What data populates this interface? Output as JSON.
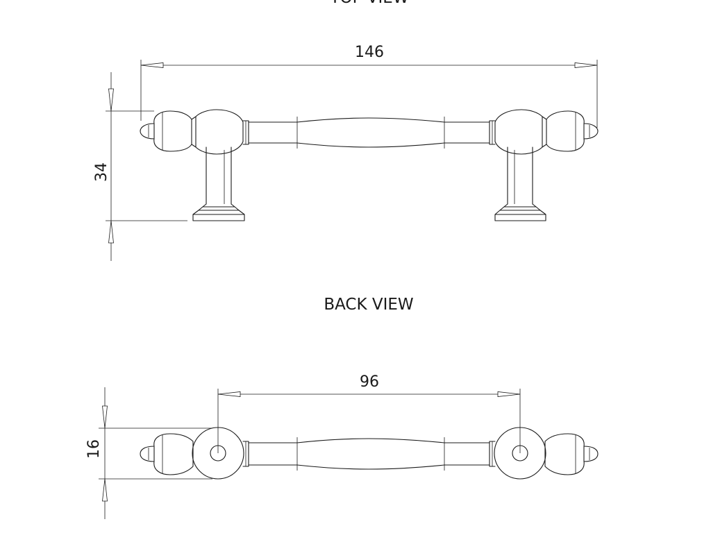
{
  "views": {
    "top": {
      "title": "TOP VIEW",
      "overall_length": "146",
      "height": "34"
    },
    "back": {
      "title": "BACK VIEW",
      "hole_spacing": "96",
      "depth": "16"
    }
  }
}
